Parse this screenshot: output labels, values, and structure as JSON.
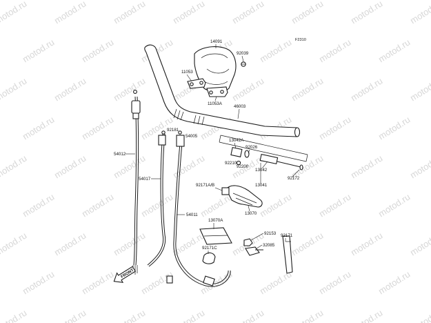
{
  "diagram": {
    "code": "F2310",
    "front_label": "FRONT",
    "watermark": "motod.ru",
    "parts": {
      "p14091": "14091",
      "p92039": "92039",
      "p11053": "11053",
      "p11053a": "11053A",
      "p46003": "46003",
      "p92181": "92181",
      "p54005": "54005",
      "p54012": "54012",
      "p54017": "54017",
      "p54011": "54011",
      "p13042a": "13042A",
      "p92026": "92026",
      "p92210": "92210",
      "p92200": "92200",
      "p13042": "13042",
      "p13041": "13041",
      "p92172": "92172",
      "p92171ab": "92171A/B",
      "p13070": "13070",
      "p13070a": "13070A",
      "p92153": "92153",
      "p32085": "32085",
      "p92171": "92171",
      "p92171c": "92171C"
    }
  }
}
